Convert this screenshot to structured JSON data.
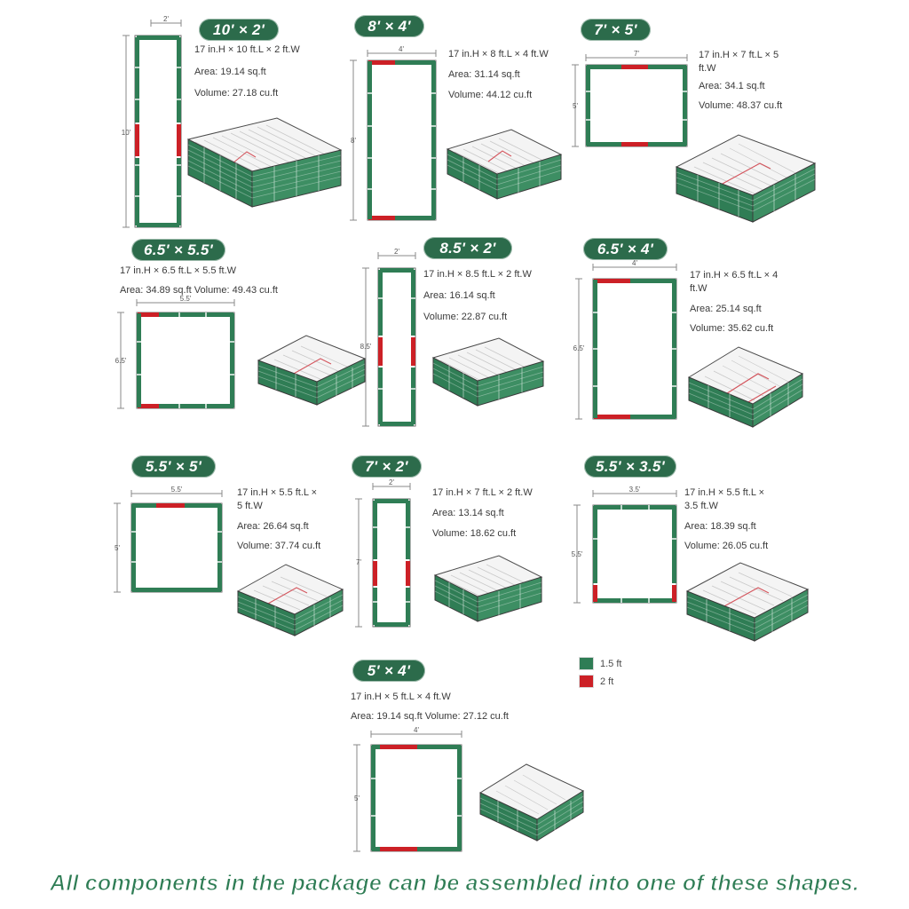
{
  "footer": {
    "text": "All components in the package can be assembled into one of these shapes."
  },
  "legend": {
    "items": [
      {
        "name": "panel-1-5ft",
        "color": "#2f7d55",
        "label": "1.5 ft"
      },
      {
        "name": "panel-2ft",
        "color": "#cc2026",
        "label": "2 ft"
      }
    ]
  },
  "panels": [
    {
      "id": "p-10x2",
      "badge": "10' × 2'",
      "dimension_line": "17 in.H × 10 ft.L × 2 ft.W",
      "area": "Area: 19.14 sq.ft",
      "volume": "Volume: 27.18 cu.ft",
      "plan_width_label": "2'",
      "plan_height_label": "10'"
    },
    {
      "id": "p-8x4",
      "badge": "8' × 4'",
      "dimension_line": "17 in.H × 8 ft.L × 4 ft.W",
      "area": "Area: 31.14 sq.ft",
      "volume": "Volume: 44.12 cu.ft",
      "plan_width_label": "4'",
      "plan_height_label": "8'"
    },
    {
      "id": "p-7x5",
      "badge": "7' × 5'",
      "dimension_line": "17 in.H × 7 ft.L × 5 ft.W",
      "area": "Area: 34.1 sq.ft",
      "volume": "Volume: 48.37 cu.ft",
      "plan_width_label": "7'",
      "plan_height_label": "5'"
    },
    {
      "id": "p-65x55",
      "badge": "6.5' × 5.5'",
      "dimension_line": "17 in.H × 6.5 ft.L × 5.5 ft.W",
      "area_volume": "Area: 34.89 sq.ft Volume: 49.43 cu.ft",
      "plan_width_label": "5.5'",
      "plan_height_label": "6.5'"
    },
    {
      "id": "p-85x2",
      "badge": "8.5' × 2'",
      "dimension_line": "17 in.H × 8.5 ft.L × 2 ft.W",
      "area": "Area: 16.14 sq.ft",
      "volume": "Volume: 22.87 cu.ft",
      "plan_width_label": "2'",
      "plan_height_label": "8.5'"
    },
    {
      "id": "p-65x4",
      "badge": "6.5' × 4'",
      "dimension_line": "17 in.H × 6.5 ft.L × 4 ft.W",
      "area": "Area: 25.14 sq.ft",
      "volume": "Volume: 35.62 cu.ft",
      "plan_width_label": "4'",
      "plan_height_label": "6.5'"
    },
    {
      "id": "p-55x5",
      "badge": "5.5' × 5'",
      "dimension_line": "17 in.H × 5.5 ft.L × 5 ft.W",
      "area": "Area: 26.64 sq.ft",
      "volume": "Volume: 37.74 cu.ft",
      "plan_width_label": "5.5'",
      "plan_height_label": "5'"
    },
    {
      "id": "p-7x2",
      "badge": "7' × 2'",
      "dimension_line": "17 in.H × 7 ft.L × 2 ft.W",
      "area": "Area: 13.14 sq.ft",
      "volume": "Volume: 18.62 cu.ft",
      "plan_width_label": "2'",
      "plan_height_label": "7'"
    },
    {
      "id": "p-55x35",
      "badge": "5.5' × 3.5'",
      "dimension_line": "17 in.H × 5.5 ft.L × 3.5 ft.W",
      "area": "Area: 18.39 sq.ft",
      "volume": "Volume: 26.05 cu.ft",
      "plan_width_label": "3.5'",
      "plan_height_label": "5.5'"
    },
    {
      "id": "p-5x4",
      "badge": "5' × 4'",
      "dimension_line": "17 in.H × 5 ft.L × 4 ft.W",
      "area_volume": "Area: 19.14 sq.ft Volume: 27.12 cu.ft",
      "plan_width_label": "4'",
      "plan_height_label": "5'"
    }
  ]
}
